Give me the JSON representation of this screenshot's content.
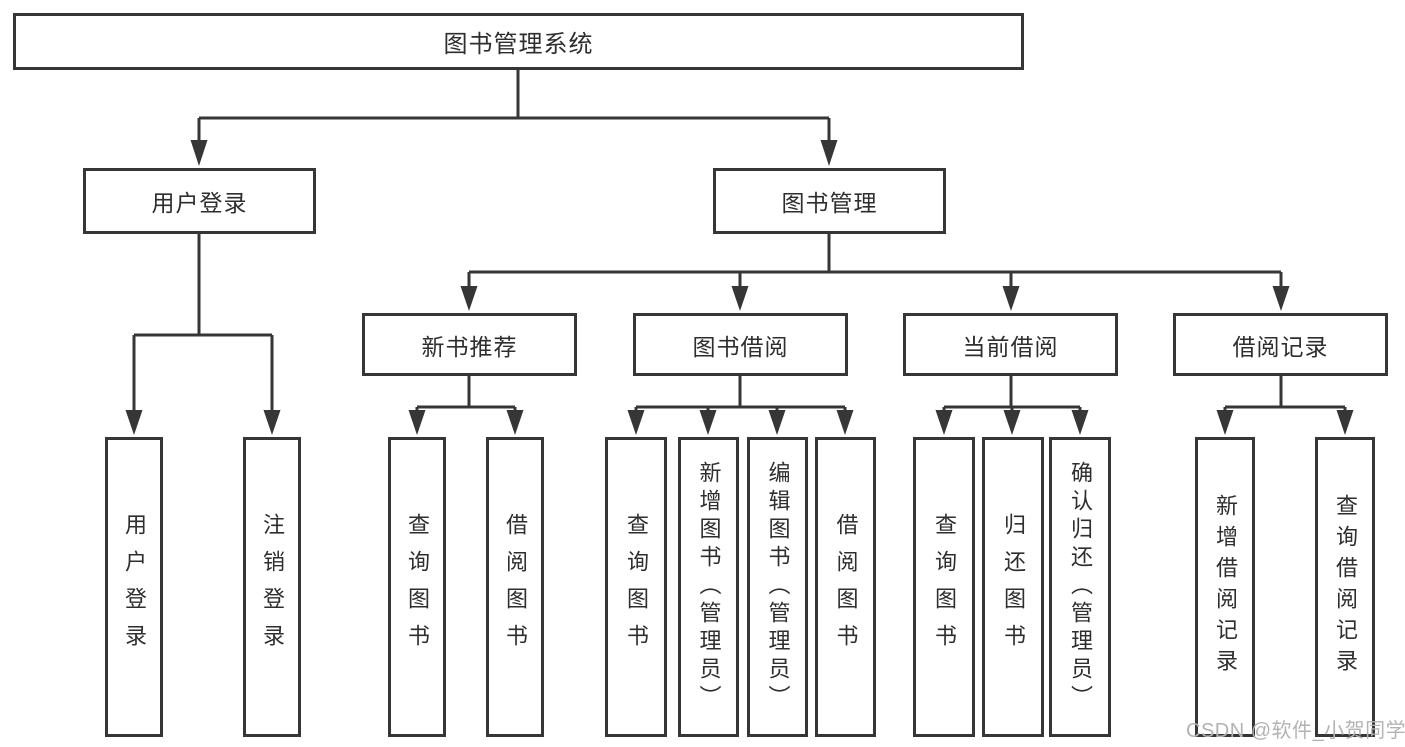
{
  "colors": {
    "line": "#363636",
    "text": "#2e2e2e",
    "box_background": "#ffffff",
    "watermark": "#b3b3b3"
  },
  "tree": {
    "label": "图书管理系统",
    "children": [
      {
        "label": "用户登录",
        "children": [
          {
            "label": "用户登录"
          },
          {
            "label": "注销登录"
          }
        ]
      },
      {
        "label": "图书管理",
        "children": [
          {
            "label": "新书推荐",
            "children": [
              {
                "label": "查询图书"
              },
              {
                "label": "借阅图书"
              }
            ]
          },
          {
            "label": "图书借阅",
            "children": [
              {
                "label": "查询图书"
              },
              {
                "label": "新增图书（管理员）"
              },
              {
                "label": "编辑图书（管理员）"
              },
              {
                "label": "借阅图书"
              }
            ]
          },
          {
            "label": "当前借阅",
            "children": [
              {
                "label": "查询图书"
              },
              {
                "label": "归还图书"
              },
              {
                "label": "确认归还（管理员）"
              }
            ]
          },
          {
            "label": "借阅记录",
            "children": [
              {
                "label": "新增借阅记录"
              },
              {
                "label": "查询借阅记录"
              }
            ]
          }
        ]
      }
    ]
  },
  "watermark": {
    "text": "CSDN @软件_小贺同学"
  }
}
